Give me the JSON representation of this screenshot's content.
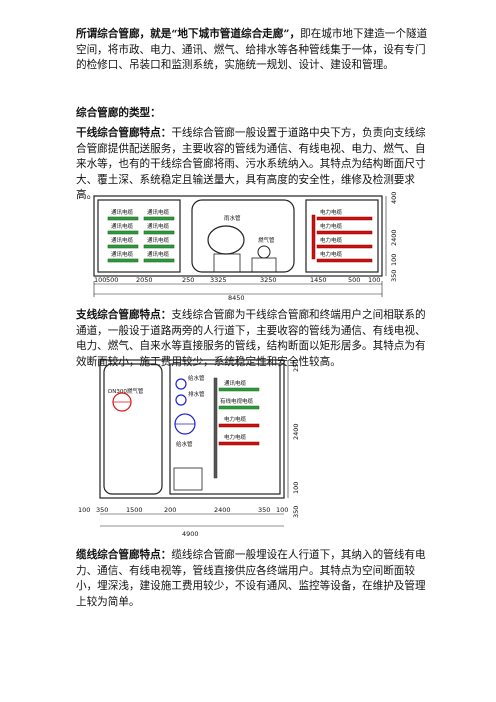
{
  "intro": {
    "lead": "所谓综合管廊，就是“地下城市管道综合走廊”，",
    "text": "即在城市地下建造一个隧道空间，将市政、电力、通讯、燃气、给排水等各种管线集于一体，设有专门的检修口、吊装口和监测系统，实施统一规划、设计、建设和管理。"
  },
  "types_heading": "综合管廊的类型：",
  "trunk": {
    "lead": "干线综合管廊特点：",
    "text": "干线综合管廊一般设置于道路中央下方，负责向支线综合管廊提供配送服务，主要收容的管线为通信、有线电视、电力、燃气、自来水等，也有的干线综合管廊将雨、污水系统纳入。其特点为结构断面尺寸大、覆土深、系统稳定且输送量大，具有高度的安全性，维修及检测要求高。",
    "labels": {
      "comm": "通讯电缆",
      "rain": "雨水管",
      "gas": "燃气管",
      "power": "电力电缆"
    },
    "dims_bottom": [
      "100",
      "500",
      "2050",
      "250",
      "3325",
      "3250",
      "1450",
      "500",
      "100"
    ],
    "total": "8450",
    "dims_right": [
      "400",
      "2400",
      "100",
      "350"
    ]
  },
  "branch": {
    "lead": "支线综合管廊特点：",
    "text": "支线综合管廊为干线综合管廊和终端用户之间相联系的通道，一般设于道路两旁的人行道下，主要收容的管线为通信、有线电视、电力、燃气、自来水等直接服务的管线，结构断面以矩形居多。其特点为有效断面较小，施工费用较少，系统稳定性和安全性较高。",
    "labels": {
      "gas_pipe": "DN300燃气管",
      "water1": "给水管",
      "water2": "排水管",
      "big": "给水管",
      "comm": "通讯电缆",
      "tv": "有线电视电缆",
      "power": "电力电缆"
    },
    "dims_bottom": [
      "100",
      "350",
      "1500",
      "200",
      "2400",
      "350",
      "100"
    ],
    "total": "4900",
    "dims_right": [
      "250",
      "2400",
      "100",
      "350"
    ]
  },
  "cable": {
    "lead": "缆线综合管廊特点：",
    "text": "缆线综合管廊一般埋设在人行道下，其纳入的管线有电力、通信、有线电视等，管线直接供应各终端用户。其特点为空间断面较小，埋深浅，建设施工费用较少，不设有通风、监控等设备，在维护及管理上较为简单。"
  }
}
